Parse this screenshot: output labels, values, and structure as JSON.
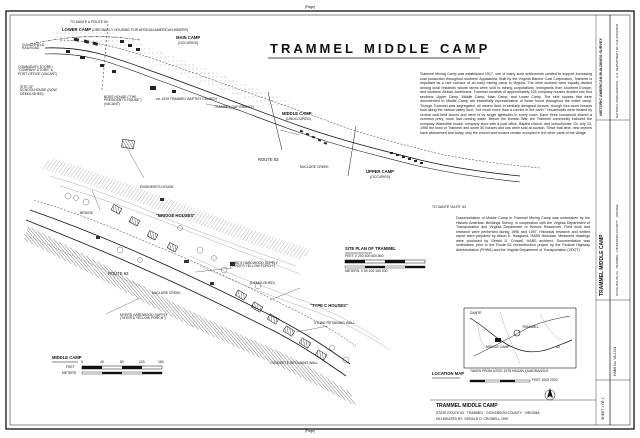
{
  "sheet": {
    "top_label": "(Page)",
    "bottom_label": "(Page)"
  },
  "title": {
    "w1": "TRAMMEL",
    "w2": "MIDDLE",
    "w3": "CAMP"
  },
  "description": "Trammel Mining Camp was established 1917, one of many such settlements created to support increasing coal production throughout southern Appalachia. Built by the Virginia Banner Coal Corporation, Trammel is important as a rare survivor of an early mining camp in Virginia. The mine workers were equally divided among local residents whose farms were sold to mining corporations, immigrants from southern Europe, and southern African-Americans. Trammel consists of approximately 125 company houses divided into four sections: Upper Camp, Middle Camp, Main Camp, and Lower Camp. The nine houses that were documented in Middle Camp are essentially representative of those found throughout the entire camp. Though Trammel was segregated, all miners lived in similarly designed houses, though four-room houses built along the narrow valley floor, \"not much more than a crevice in the earth.\" Households were heated by central coal-fired stoves and were lit by single lightbulbs in every room. Each three household shared a common privy; none had running water. Before the Korean War, the Trammel community included the company Washdrite house, company store with a post office, Baptist church, and schoolhouse. On July 23, 1956 the town of Trammel and some 50 houses and lots were sold at auction. Since that time, new owners have abandoned and today, only the church and houses remain occupied in the other parts of the village.",
  "credits": "Documentation of Middle Camp in Trammel Mining Camp was undertaken by the Historic American Buildings Survey, in cooperation with the Virginia Department of Transportation and Virginia Department of Historic Resources. Field work and research were performed during 1996 and 1997. Historical research and written report were prepared by Alison K. Hoagland, HABS Historian. Measured drawings were produced by Gerald D. Crowell, HABS architect. Documentation was undertaken prior to the Route 63 reconstruction project by the Federal Highway Administration (FHWA) and the Virginia Department of Transportation (VDOT).",
  "labels": {
    "lower_camp": "LOWER CAMP",
    "lower_camp_note": "(ORIGINALLY HOUSING FOR AFRICAN-AMERICAN MINERS)",
    "main_camp": "MAIN CAMP",
    "main_camp_note": "(OCCUPIED)",
    "to_dante": "TO DANTE & ROUTE 63",
    "clinchfield_rr": "CLINCHFIELD RAILROAD",
    "community_store": "COMMUNITY STORE / \"COMPANY STORE\" & POST OFFICE (VACANT)",
    "site_school": "SITE OF SCHOOLHOUSE (NOW DEMOLISHED)",
    "boss_house": "BOSS HOUSE (\"THE PRESIDENT'S HOUSE\") (VACANT)",
    "baptist_church": "ca. 1919 TRAMMEL BAPTIST CHURCH",
    "trammel_gap": "TRAMMEL GAP BRANCH",
    "middle_camp": "MIDDLE CAMP",
    "middle_camp_note": "(UNOCCUPIED)",
    "route63": "ROUTE 63",
    "mcclure_creek": "McCLURE CREEK",
    "upper_camp": "UPPER CAMP",
    "upper_camp_note": "(OCCUPIED)",
    "to_fork": "TO DANTE VIA RT. 63",
    "engineers_house": "ENGINEER'S HOUSE",
    "bridge": "BRIDGE",
    "bridge_houses": "\"BRIDGE HOUSES\"",
    "hyde_house": "HYDE'S HARDWOOD SUPPLY (\"HYDE'S YELLOW PORCH\")",
    "type_c": "\"TYPE C HOUSES\"",
    "route63_b": "ROUTE 63",
    "mcclure_creek_b": "McCLURE CREEK",
    "myer_house": "MYERS HARDWOOD SUPPLY (\"MYER'S YELLOW PORCH\")",
    "stone_wall": "STONE RETAINING WALL",
    "demolished": "(DEMOLISHED)",
    "concrete_wall": "CONCRETE RETAINING WALL"
  },
  "site_plan": {
    "title": "SITE PLAN OF TRAMMEL",
    "scale_feet": "FEET: 0  200  400  600  800",
    "scale_meters": "METERS: 0  50  100  150  200",
    "ticks": [
      "0",
      "200",
      "400",
      "600",
      "800"
    ]
  },
  "middle_camp_scale": {
    "title": "MIDDLE CAMP",
    "ticks": [
      "0",
      "40",
      "80",
      "120",
      "160"
    ],
    "feet": "FEET",
    "meters": "METERS"
  },
  "location_map": {
    "title": "LOCATION MAP",
    "note": "TAKEN FROM USGS 1978 HAGAN QUADRANGLE",
    "label_dante": "DANTE",
    "label_trammel": "TRAMMEL",
    "label_63": "63",
    "label_middle": "MIDDLE CAMP",
    "scale": "FEET  1000  2000"
  },
  "title_block": {
    "project": "TRAMMEL MIDDLE CAMP",
    "location": "STATE ROUTE 63 · TRAMMEL · DICKENSON COUNTY · VIRGINIA",
    "agency": "HISTORIC AMERICAN BUILDINGS SURVEY",
    "survey_no": "HABS No. VA-1314",
    "sheet": "SHEET 1 OF 1",
    "recorder": "DELINEATED BY: GERALD D. CROWELL 1997",
    "nps": "NATIONAL PARK SERVICE · U.S. DEPARTMENT OF THE INTERIOR"
  },
  "colors": {
    "ink": "#1a1a1a",
    "paper": "#ffffff",
    "hatch": "#555555"
  }
}
